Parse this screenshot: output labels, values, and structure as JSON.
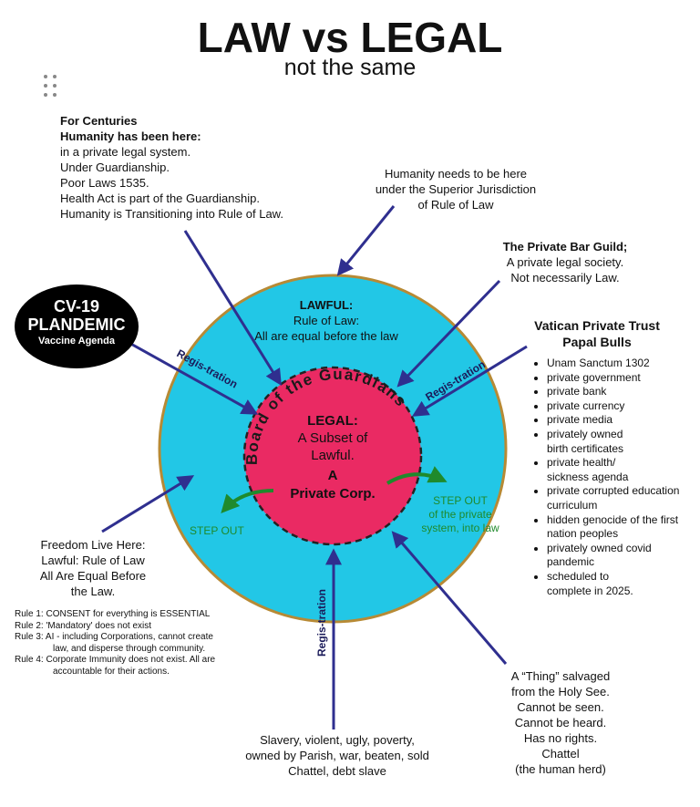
{
  "header": {
    "title": "LAW vs LEGAL",
    "subtitle": "not the same"
  },
  "cv19": {
    "line1": "CV-19",
    "line2": "PLANDEMIC",
    "line3": "Vaccine Agenda"
  },
  "centuries": {
    "heading1": "For Centuries",
    "heading2": "Humanity has been here:",
    "lines": [
      "in a private legal system.",
      "Under Guardianship.",
      "Poor Laws 1535.",
      "Health Act is part of the Guardianship.",
      "Humanity is Transitioning into Rule of Law."
    ]
  },
  "needs": {
    "lines": [
      "Humanity needs to be here",
      "under the Superior Jurisdiction",
      "of Rule of Law"
    ]
  },
  "bar_guild": {
    "heading": "The Private Bar Guild;",
    "lines": [
      "A private legal society.",
      "Not necessarily Law."
    ]
  },
  "vatican": {
    "heading1": "Vatican Private Trust",
    "heading2": "Papal Bulls",
    "items": [
      "Unam Sanctum 1302",
      "private government",
      "private bank",
      "private currency",
      "private media",
      "privately owned birth certificates",
      "private health/ sickness agenda",
      "private corrupted education curriculum",
      "hidden genocide of the first nation peoples",
      "privately owned covid pandemic",
      "scheduled to complete in 2025."
    ]
  },
  "lawful": {
    "heading": "LAWFUL:",
    "line1": "Rule of Law:",
    "line2": "All are equal before the law"
  },
  "inner": {
    "arc_text": "Board of the Guardians",
    "legal_heading": "LEGAL:",
    "legal_line1": "A Subset of",
    "legal_line2": "Lawful.",
    "corp1": "A",
    "corp2": "Private Corp."
  },
  "registration_label": "Regis-tration",
  "step_out_left": "STEP OUT",
  "step_out_right": {
    "line1": "STEP OUT",
    "line2": "of the private",
    "line3": "system, into law"
  },
  "freedom": {
    "lines": [
      "Freedom Live Here:",
      "Lawful: Rule of Law",
      "All Are Equal Before",
      "the Law."
    ]
  },
  "rules": [
    {
      "label": "Rule 1:",
      "text": "CONSENT for everything is ESSENTIAL"
    },
    {
      "label": "Rule 2:",
      "text": "'Mandatory' does not exist"
    },
    {
      "label": "Rule 3:",
      "text": "AI - including Corporations, cannot create law, and disperse through community."
    },
    {
      "label": "Rule 4:",
      "text": "Corporate Immunity does not exist. All are accountable for their actions."
    }
  ],
  "slavery": {
    "lines": [
      "Slavery, violent, ugly, poverty,",
      "owned by Parish, war, beaten, sold",
      "Chattel, debt slave"
    ]
  },
  "thing": {
    "lines": [
      "A “Thing” salvaged",
      "from the Holy See.",
      "Cannot be seen.",
      "Cannot be heard.",
      "Has no rights.",
      "Chattel",
      "(the human herd)"
    ]
  },
  "colors": {
    "outer_fill": "#22c7e6",
    "outer_border": "#b78a35",
    "inner_fill": "#ea2a63",
    "arrow": "#2f2f8f",
    "step_out": "#1f8a2c"
  }
}
